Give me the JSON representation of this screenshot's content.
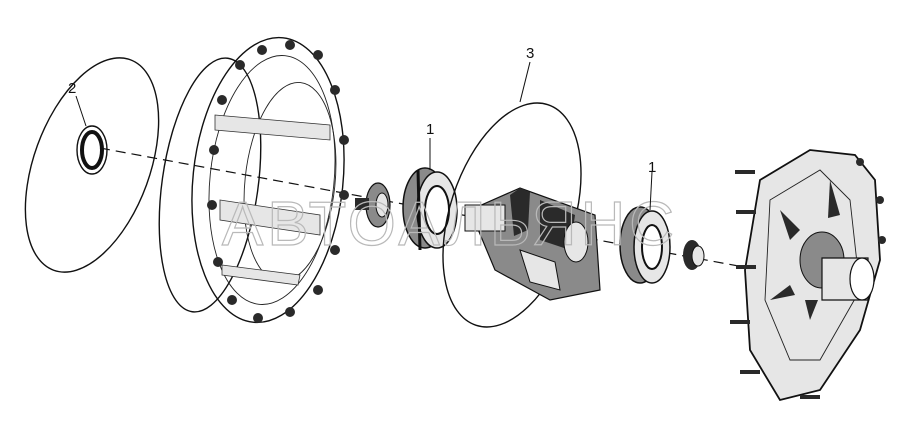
{
  "callouts": {
    "gasket_left": "2",
    "oring": "3",
    "bearing_left": "1",
    "bearing_right": "1"
  },
  "watermark": "АВТОАЛЬЯНС"
}
